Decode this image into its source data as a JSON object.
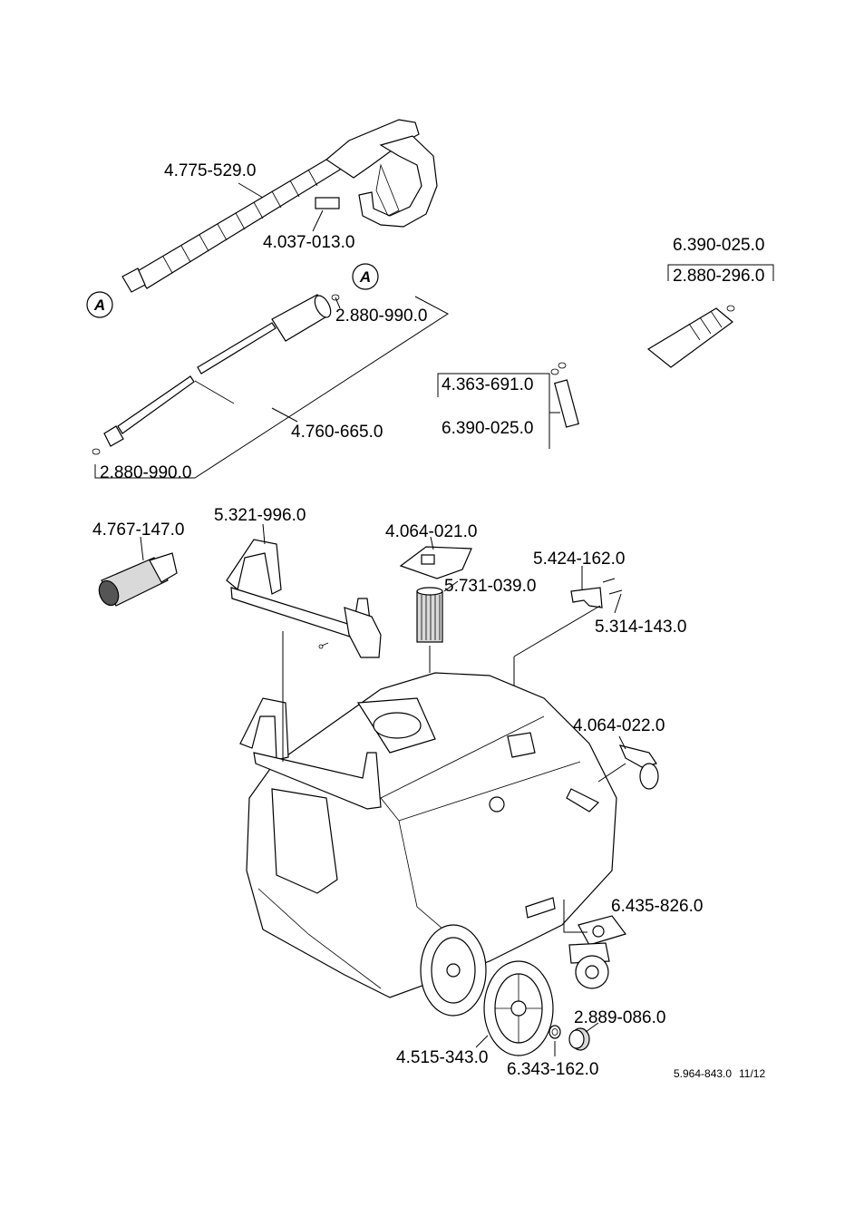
{
  "labels": {
    "trigger_gun": "4.775-529.0",
    "lock_clip": "4.037-013.0",
    "oring_lance_top": "2.880-990.0",
    "spray_lance": "4.760-665.0",
    "oring_lance_bottom": "2.880-990.0",
    "hose_top": "6.390-025.0",
    "oring_hose": "2.880-296.0",
    "swivel": "4.363-691.0",
    "hose_bottom": "6.390-025.0",
    "nozzle": "4.767-147.0",
    "push_handle": "5.321-996.0",
    "filter_cover": "4.064-021.0",
    "filter": "5.731-039.0",
    "bracket": "5.424-162.0",
    "pin": "5.314-143.0",
    "hose_holder": "4.064-022.0",
    "castor": "6.435-826.0",
    "wheel_cap": "2.889-086.0",
    "wheel": "4.515-343.0",
    "washer": "6.343-162.0"
  },
  "callouts": {
    "a1": "A",
    "a2": "A"
  },
  "footer": {
    "doc_number": "5.964-843.0",
    "date": "11/12"
  }
}
